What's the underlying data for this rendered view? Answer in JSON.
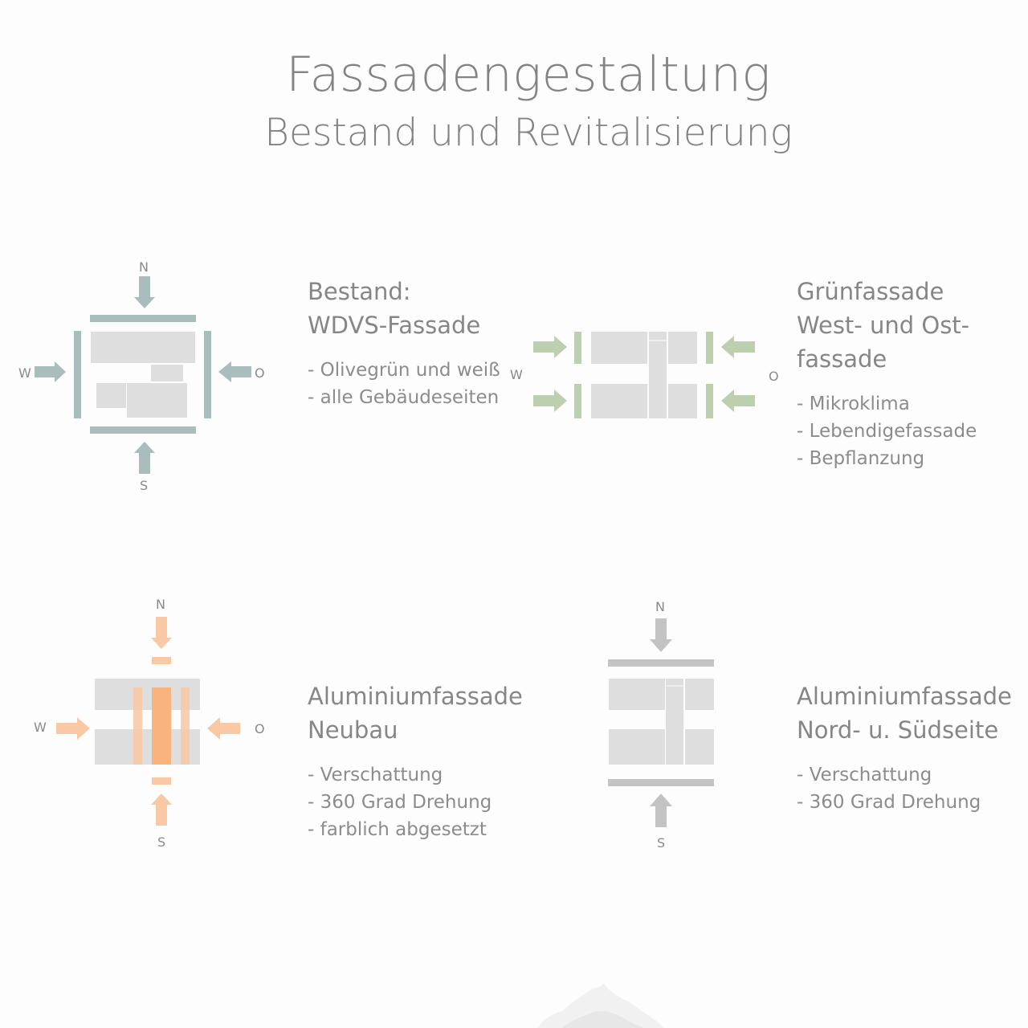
{
  "header": {
    "title": "Fassadengestaltung",
    "subtitle": "Bestand und Revitalisierung"
  },
  "sections": [
    {
      "heading": [
        "Bestand:",
        "WDVS-Fassade"
      ],
      "bullets": [
        "- Olivegrün und weiß",
        "- alle Gebäudeseiten"
      ],
      "compass": {
        "n": "N",
        "s": "S",
        "w": "W",
        "o": "O"
      },
      "color": "#a9bdbd"
    },
    {
      "heading": [
        "Grünfassade",
        "West- und Ost-",
        "fassade"
      ],
      "bullets": [
        "- Mikroklima",
        "- Lebendigefassade",
        "- Bepflanzung"
      ],
      "compass": {
        "w": "W",
        "o": "O"
      },
      "color": "#bccfaf"
    },
    {
      "heading": [
        "Aluminiumfassade",
        "Neubau"
      ],
      "bullets": [
        "- Verschattung",
        "- 360 Grad Drehung",
        "- farblich abgesetzt"
      ],
      "compass": {
        "n": "N",
        "s": "S",
        "w": "W",
        "o": "O"
      },
      "color": "#f8c9a4",
      "accent": "#f8b47c"
    },
    {
      "heading": [
        "Aluminiumfassade",
        "Nord- u. Südseite"
      ],
      "bullets": [
        "- Verschattung",
        "- 360 Grad Drehung"
      ],
      "compass": {
        "n": "N",
        "s": "S"
      },
      "color": "#c3c3c3"
    }
  ],
  "colors": {
    "building": "#dedede",
    "text": "#868686"
  }
}
